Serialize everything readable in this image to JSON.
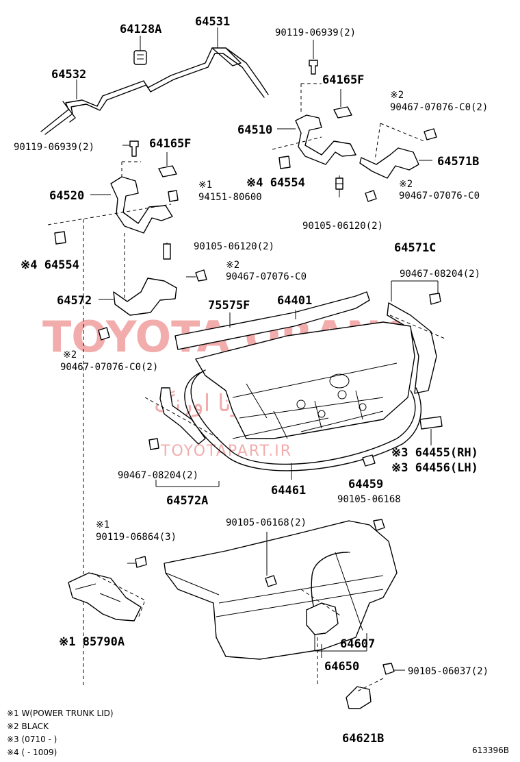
{
  "watermark": {
    "main": "TOYOTA ORANG",
    "persian": "تویوتا اورنگ",
    "site": "TOYOTAPART.IR",
    "color": "#e86a6a"
  },
  "labels": {
    "p64128A": "64128A",
    "p64531": "64531",
    "p64532": "64532",
    "p90119_06939_top": "90119-06939(2)",
    "p64165F_right": "64165F",
    "p64510": "64510",
    "note2_a": "※2",
    "p90467_07076_C0_2_a": "90467-07076-C0(2)",
    "p64571B": "64571B",
    "p90119_06939_left": "90119-06939(2)",
    "p64165F_left": "64165F",
    "p64554_right": "※4 64554",
    "note2_b": "※2",
    "p90467_07076_C0_a": "90467-07076-C0",
    "p64520": "64520",
    "note1_a": "※1",
    "p94151_80600": "94151-80600",
    "p90105_06120_right": "90105-06120(2)",
    "p90105_06120_left": "90105-06120(2)",
    "p64554_left": "※4 64554",
    "note2_c": "※2",
    "p90467_07076_C0_b": "90467-07076-C0",
    "p64571C": "64571C",
    "p90467_08204_right": "90467-08204(2)",
    "p64572": "64572",
    "p75575F": "75575F",
    "p64401": "64401",
    "note2_d": "※2",
    "p90467_07076_C0_2_b": "90467-07076-C0(2)",
    "p64455": "※3 64455(RH)",
    "p64456": "※3 64456(LH)",
    "p90467_08204_left": "90467-08204(2)",
    "p64572A": "64572A",
    "p64461": "64461",
    "p64459": "64459",
    "p90105_06168_right": "90105-06168",
    "note1_b": "※1",
    "p90119_06864": "90119-06864(3)",
    "p90105_06168_left": "90105-06168(2)",
    "p85790A": "※1 85790A",
    "p64607": "64607",
    "p64650": "64650",
    "p90105_06037": "90105-06037(2)",
    "p64621B": "64621B"
  },
  "notes": [
    "※1 W(POWER TRUNK LID)",
    "※2 BLACK",
    "※3 (0710 -      )",
    "※4 (      - 1009)"
  ],
  "diagram_code": "613396B"
}
